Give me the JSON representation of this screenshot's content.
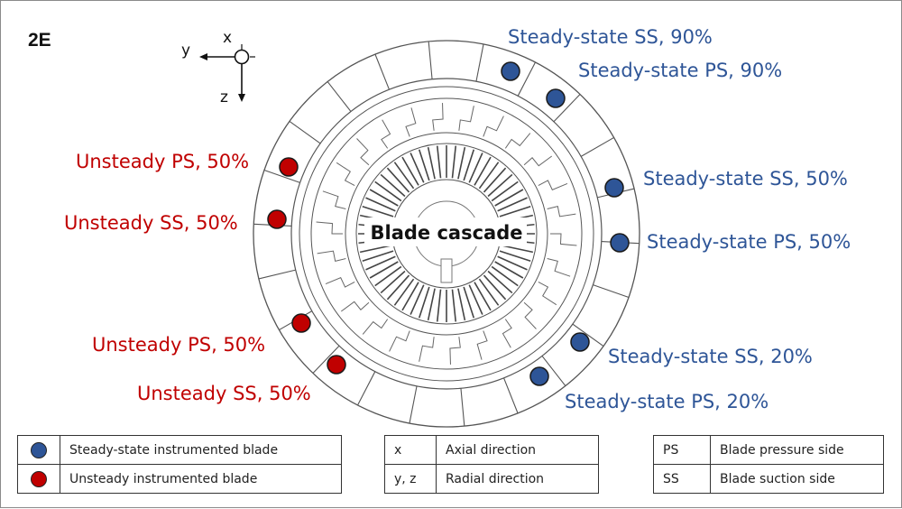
{
  "figure": {
    "panel_label": "2E",
    "center_label": "Blade cascade",
    "axes": {
      "x": "x",
      "y": "y",
      "z": "z"
    }
  },
  "colors": {
    "steady": "#2e5597",
    "unsteady": "#c00000",
    "steady_label": "#2e5597",
    "unsteady_label": "#c00000"
  },
  "labels": {
    "steady_ss_90": "Steady-state SS, 90%",
    "steady_ps_90": "Steady-state PS, 90%",
    "steady_ss_50": "Steady-state SS, 50%",
    "steady_ps_50": "Steady-state PS, 50%",
    "steady_ss_20": "Steady-state SS, 20%",
    "steady_ps_20": "Steady-state PS, 20%",
    "unsteady_ps_50_top": "Unsteady PS, 50%",
    "unsteady_ss_50_top": "Unsteady SS, 50%",
    "unsteady_ps_50_bottom": "Unsteady PS, 50%",
    "unsteady_ss_50_bottom": "Unsteady SS, 50%"
  },
  "legend": {
    "markers": [
      {
        "color": "#2e5597",
        "label": "Steady-state instrumented blade"
      },
      {
        "color": "#c00000",
        "label": "Unsteady instrumented blade"
      }
    ],
    "directions": [
      {
        "key": "x",
        "label": "Axial direction"
      },
      {
        "key": "y, z",
        "label": "Radial direction"
      }
    ],
    "abbreviations": [
      {
        "key": "PS",
        "label": "Blade pressure side"
      },
      {
        "key": "SS",
        "label": "Blade suction side"
      }
    ]
  }
}
